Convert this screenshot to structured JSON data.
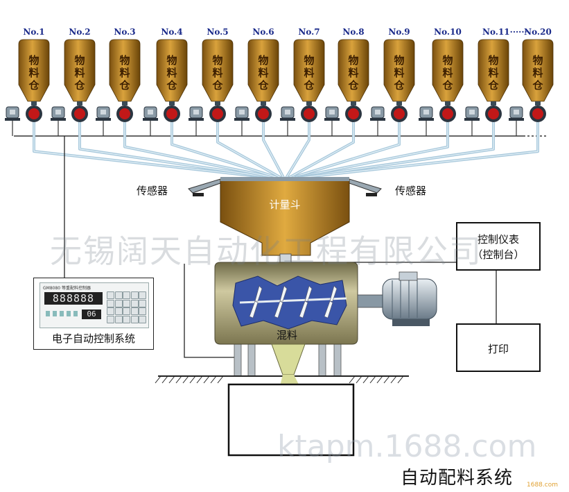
{
  "silos": [
    {
      "id": "No.1",
      "text": "物料仓"
    },
    {
      "id": "No.2",
      "text": "物料仓"
    },
    {
      "id": "No.3",
      "text": "物料仓"
    },
    {
      "id": "No.4",
      "text": "物料仓"
    },
    {
      "id": "No.5",
      "text": "物料仓"
    },
    {
      "id": "No.6",
      "text": "物料仓"
    },
    {
      "id": "No.7",
      "text": "物料仓"
    },
    {
      "id": "No.8",
      "text": "物料仓"
    },
    {
      "id": "No.9",
      "text": "物料仓"
    },
    {
      "id": "No.10",
      "text": "物料仓"
    },
    {
      "id": "No.11······",
      "text": "物料仓"
    },
    {
      "id": "No.20",
      "text": "物料仓"
    }
  ],
  "sensor_left": "传感器",
  "sensor_right": "传感器",
  "hopper_label": "计量斗",
  "mixer_label": "混料",
  "controller_box": {
    "line1": "控制仪表",
    "line2": "（控制台）"
  },
  "print_box": "打印",
  "electronic_control": {
    "panel_header": "GM8080 等重配料控制器",
    "display_main": "888888",
    "display_small": "06",
    "label": "电子自动控制系统"
  },
  "watermark": "无锡阔天自动化工程有限公司",
  "watermark_url": "ktapm.1688.com",
  "watermark_small": "1688.com",
  "title": "自动配料系统",
  "colors": {
    "silo_body": "#c08a2a",
    "silo_dark": "#7a5010",
    "pipe": "#a9c9dc",
    "valve_red": "#c21818",
    "mixer_body": "#a8a070",
    "mixer_blue": "#3a55a8"
  }
}
